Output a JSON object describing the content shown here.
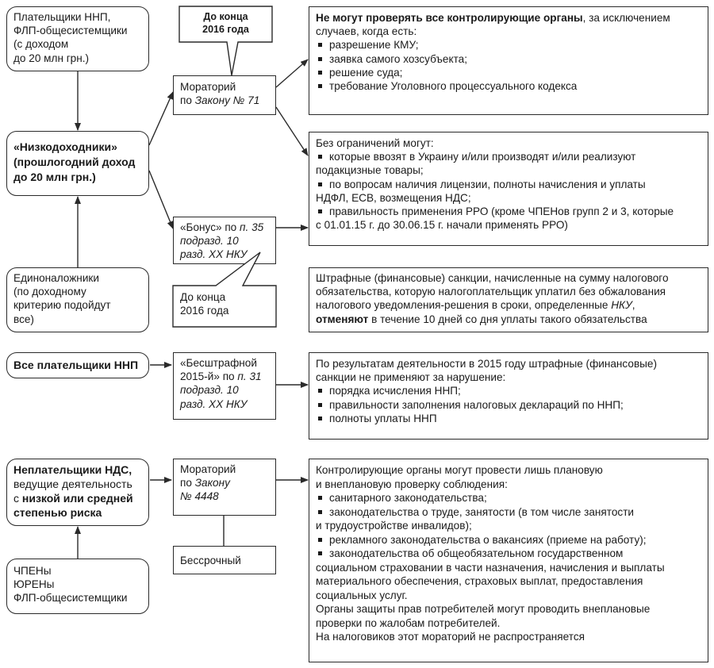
{
  "row1": {
    "payers": [
      "Плательщики ННП,",
      "ФЛП-общесистемщики",
      "(с доходом",
      "до 20 млн грн.)"
    ],
    "low_income": [
      "«Низкодоходники»",
      "(прошлогодний доход",
      "до 20 млн грн.)"
    ],
    "single_tax": [
      "Единоналожники",
      "(по доходному",
      "критерию подойдут",
      "все)"
    ],
    "callout_2016_top": [
      "До конца",
      "2016 года"
    ],
    "moratorium_71": {
      "line1": "Мораторий",
      "line2_prefix": "по ",
      "line2_italic": "Закону № 71"
    },
    "bonus": {
      "line1_prefix": "«Бонус» по ",
      "line1_italic": "п. 35",
      "line2": "подразд. 10",
      "line3": "разд. XX НКУ"
    },
    "until_2016_bottom": [
      "До конца",
      "2016 года"
    ],
    "cannot_check": {
      "bold": "Не могут проверять все контролирующие органы",
      "rest": ", за исключением",
      "line2": "случаев, когда есть:",
      "items": [
        "разрешение КМУ;",
        "заявка самого хозсубъекта;",
        "решение суда;",
        "требование Уголовного процессуального кодекса"
      ]
    },
    "unlimited": {
      "title": "Без ограничений могут:",
      "items": [
        [
          "которые ввозят в Украину и/или производят и/или реализуют",
          "подакцизные товары;"
        ],
        [
          "по вопросам наличия лицензии, полноты начисления и уплаты",
          "НДФЛ, ЕСВ, возмещения НДС;"
        ],
        [
          "правильность применения РРО (кроме ЧПЕНов групп 2 и 3, которые",
          "с 01.01.15 г. до 30.06.15 г. начали применять РРО)"
        ]
      ]
    },
    "penalties": {
      "line1": "Штрафные (финансовые) санкции, начисленные на сумму налогового",
      "line2": "обязательства, которую налогоплательщик уплатил без обжалования",
      "line3_prefix": "налогового уведомления-решения в сроки, определенные ",
      "line3_italic": "НКУ",
      "line3_suffix": ",",
      "line4_bold": "отменяют",
      "line4_rest": " в течение 10 дней со дня уплаты такого обязательства"
    }
  },
  "row2": {
    "all_payers": "Все плательщики ННП",
    "penalty_free": {
      "line1": "«Бесштрафной",
      "line2_prefix": "2015-й» по ",
      "line2_italic": "п. 31",
      "line3": "подразд. 10",
      "line4": "разд. XX НКУ"
    },
    "results": {
      "line1": "По результатам деятельности в 2015 году штрафные (финансовые)",
      "line2": "санкции не применяют за нарушение:",
      "items": [
        "порядка исчисления ННП;",
        "правильности заполнения налоговых деклараций по ННП;",
        "полноты уплаты ННП"
      ]
    }
  },
  "row3": {
    "non_vat": {
      "bold1": "Неплательщики НДС,",
      "line2": "ведущие деятельность",
      "line3_prefix": "с ",
      "line3_bold": "низкой или средней",
      "line4_bold": "степенью риска"
    },
    "entities": [
      "ЧПЕНы",
      "ЮРЕНы",
      "ФЛП-общесистемщики"
    ],
    "moratorium_4448": {
      "line1": "Мораторий",
      "line2_prefix": "по ",
      "line2_italic": "Закону",
      "line3_italic": "№ 4448"
    },
    "indefinite": "Бессрочный",
    "controls": {
      "line1": "Контролирующие органы могут провести лишь плановую",
      "line2": "и внеплановую проверку соблюдения:",
      "items": [
        [
          "санитарного законодательства;"
        ],
        [
          "законодательства о труде, занятости (в том числе занятости",
          "и трудоустройстве инвалидов);"
        ],
        [
          "рекламного законодательства о вакансиях (приеме на работу);"
        ],
        [
          "законодательства об общеобязательном государственном",
          "социальном страховании в части назначения, начисления и выплаты",
          "материального обеспечения, страховых выплат, предоставления",
          "социальных услуг."
        ]
      ],
      "tail": [
        "Органы защиты прав потребителей могут проводить внеплановые",
        "проверки по жалобам потребителей.",
        "На налоговиков этот мораторий не распространяется"
      ]
    }
  }
}
